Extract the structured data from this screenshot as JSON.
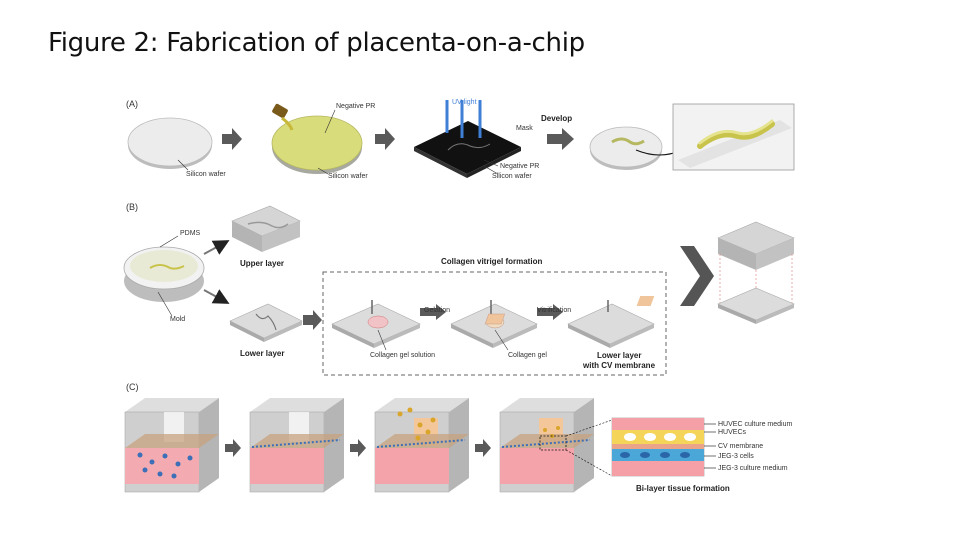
{
  "title": "Figure 2: Fabrication of placenta-on-a-chip",
  "panels": {
    "a": "(A)",
    "b": "(B)",
    "c": "(C)"
  },
  "labels_a": {
    "silicon_wafer_1": "Silicon wafer",
    "negative_pr": "Negative PR",
    "silicon_wafer_2": "Silicon wafer",
    "uv_light": "UV light",
    "mask": "Mask",
    "develop": "Develop",
    "negative_pr_2": "Negative PR",
    "silicon_wafer_3": "Silicon wafer"
  },
  "labels_b": {
    "pdms": "PDMS",
    "mold": "Mold",
    "upper_layer": "Upper layer",
    "lower_layer": "Lower layer",
    "collagen_title": "Collagen vitrigel formation",
    "gelation": "Gelation",
    "vitrification": "Vitrification",
    "collagen_gel_solution": "Collagen gel solution",
    "collagen_gel": "Collagen  gel",
    "lower_layer_cv_1": "Lower layer",
    "lower_layer_cv_2": "with CV membrane"
  },
  "labels_c": {
    "huvec_medium": "HUVEC culture medium",
    "huvecs": "HUVECs",
    "cv_membrane": "CV membrane",
    "jeg3_cells": "JEG-3 cells",
    "jeg3_medium": "JEG-3 culture medium",
    "bilayer": "Bi-layer tissue formation"
  },
  "colors": {
    "arrow": "#5a5a5a",
    "wafer": "#e6e6e6",
    "photoresist": "#d9dc7a",
    "mask": "#111111",
    "uv": "#3f7fd6",
    "cube": "#c9c9c9",
    "lower_medium": "#f3aab0",
    "upper_medium": "#f4c79a",
    "membrane": "#c7a37f"
  }
}
